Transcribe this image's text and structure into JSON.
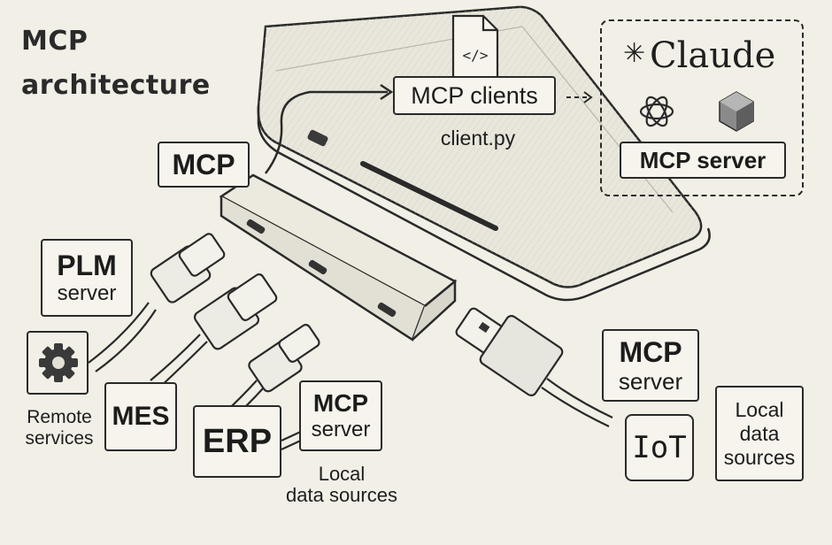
{
  "title": {
    "line1": "MCP",
    "line2": "architecture"
  },
  "mcp_clients": {
    "label": "MCP clients",
    "file_icon": "code-file-icon",
    "filename": "client.py"
  },
  "hosts": {
    "claude": {
      "star": "✳",
      "name": "Claude"
    },
    "openai_icon": "openai-logo-icon",
    "cube_icon": "hexagon-cube-icon",
    "server_label": "MCP server"
  },
  "hub": {
    "label": "MCP"
  },
  "left_servers": {
    "plm": {
      "line1": "PLM",
      "line2": "server"
    },
    "remote": {
      "icon": "gear-icon",
      "line1": "Remote",
      "line2": "services"
    },
    "mes": {
      "label": "MES"
    },
    "erp": {
      "label": "ERP"
    },
    "mcp_server": {
      "line1": "MCP",
      "line2": "server"
    },
    "local_sources": {
      "line1": "Local",
      "line2": "data sources"
    }
  },
  "right_servers": {
    "mcp_server": {
      "line1": "MCP",
      "line2": "server"
    },
    "iot": {
      "label": "IoT"
    },
    "local_sources": {
      "line1": "Local",
      "line2": "data",
      "line3": "sources"
    }
  },
  "colors": {
    "ink": "#2a2a2a",
    "paper": "#f1efe6",
    "laptop": "#e7e4da"
  }
}
